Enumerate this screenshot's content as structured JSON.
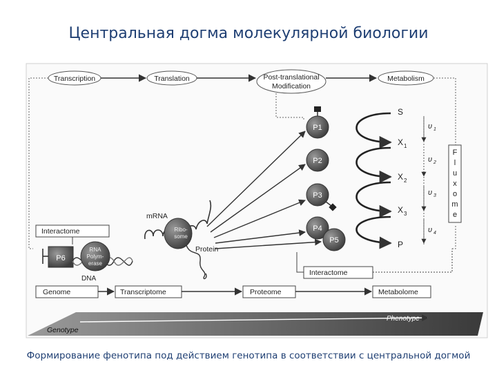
{
  "title": "Центральная догма молекулярной биологии",
  "caption": "Формирование фенотипа под действием генотипа в соответствии с центральной догмой",
  "top_flow": {
    "transcription": "Transcription",
    "translation": "Translation",
    "ptm_line1": "Post-translational",
    "ptm_line2": "Modification",
    "metabolism": "Metabolism"
  },
  "bottom_flow": {
    "genome": "Genome",
    "transcriptome": "Transcriptome",
    "proteome": "Proteome",
    "metabolome": "Metabolome"
  },
  "interactome_left": "Interactome",
  "interactome_right": "Interactome",
  "molecules": {
    "mrna": "mRNA",
    "ribosome_l1": "Ribo-",
    "ribosome_l2": "some",
    "protein": "Protein",
    "dna": "DNA",
    "p6": "P6",
    "rnap_l1": "RNA",
    "rnap_l2": "Polym-",
    "rnap_l3": "erase"
  },
  "proteins": [
    "P1",
    "P2",
    "P3",
    "P4",
    "P5"
  ],
  "metabolites": {
    "s": "S",
    "x1": "X",
    "x1_sub": "1",
    "x2": "X",
    "x2_sub": "2",
    "x3": "X",
    "x3_sub": "3",
    "p": "P"
  },
  "fluxes": {
    "v": "υ",
    "v1": "1",
    "v2": "2",
    "v3": "3",
    "v4": "4"
  },
  "fluxome_letters": [
    "F",
    "l",
    "u",
    "x",
    "o",
    "m",
    "e"
  ],
  "gradient": {
    "genotype": "Genotype",
    "phenotype": "Phenotype"
  }
}
